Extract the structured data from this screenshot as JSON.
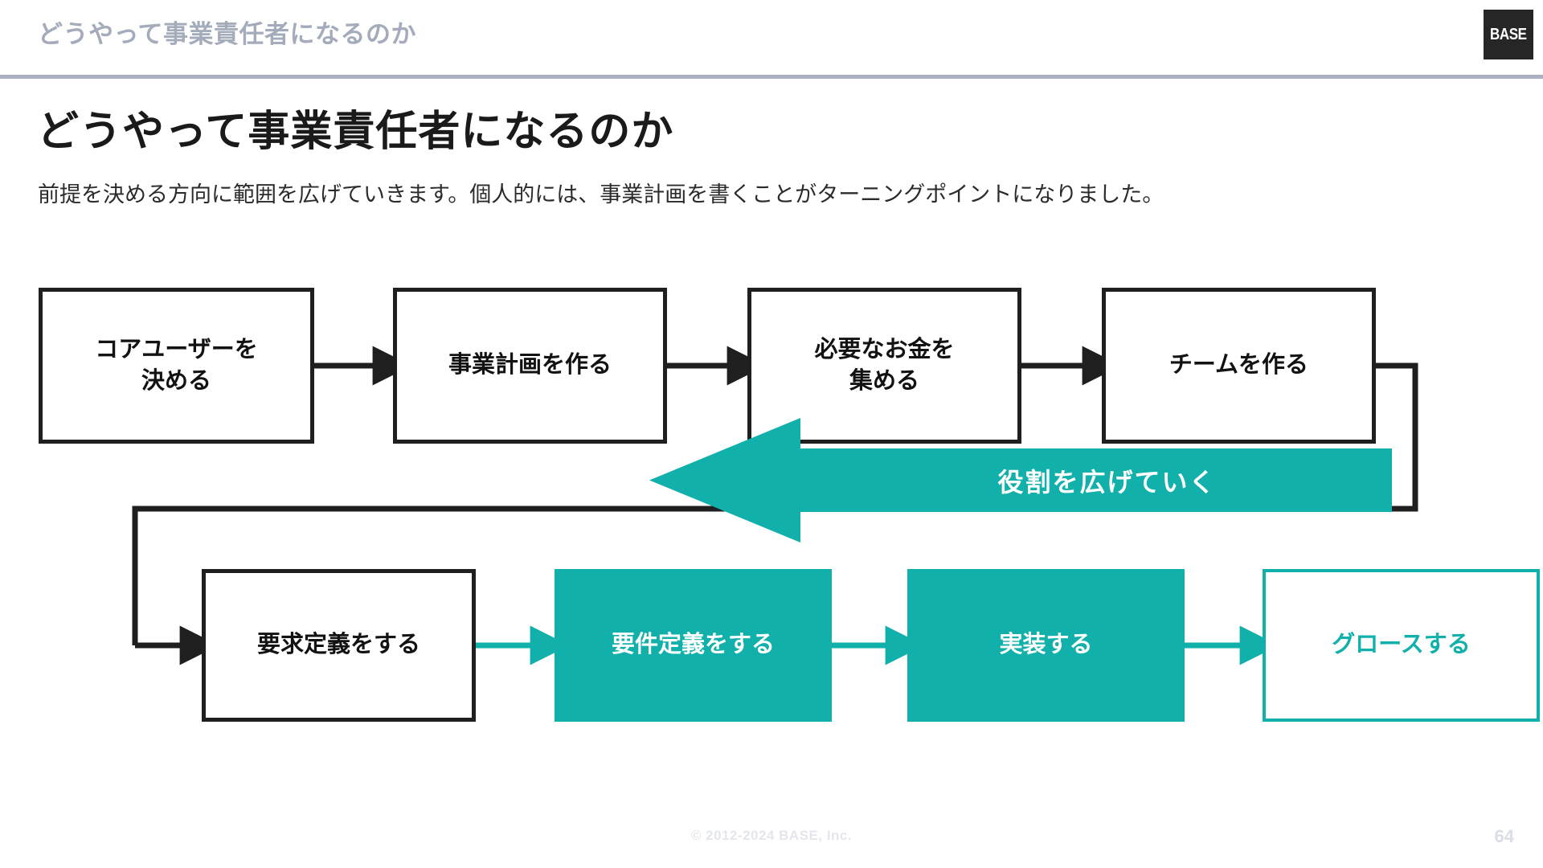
{
  "header": {
    "breadcrumb_title": "どうやって事業責任者になるのか",
    "logo_text": "BASE",
    "rule_color": "#a9b1c0",
    "title_color": "#a4acbb"
  },
  "slide": {
    "title": "どうやって事業責任者になるのか",
    "subtitle": "前提を決める方向に範囲を広げていきます。個人的には、事業計画を書くことがターニングポイントになりました。"
  },
  "theme": {
    "accent_teal": "#12b0ab",
    "ink_black": "#1f1f1f",
    "page_background": "#ffffff"
  },
  "diagram": {
    "row1": [
      {
        "id": "node-core-user",
        "label": "コアユーザーを\n決める",
        "style": "black-outline"
      },
      {
        "id": "node-business-plan",
        "label": "事業計画を作る",
        "style": "black-outline"
      },
      {
        "id": "node-raise-money",
        "label": "必要なお金を\n集める",
        "style": "black-outline"
      },
      {
        "id": "node-build-team",
        "label": "チームを作る",
        "style": "black-outline"
      }
    ],
    "row2": [
      {
        "id": "node-request-definition",
        "label": "要求定義をする",
        "style": "black-outline"
      },
      {
        "id": "node-requirement-definition",
        "label": "要件定義をする",
        "style": "teal-fill"
      },
      {
        "id": "node-implement",
        "label": "実装する",
        "style": "teal-fill"
      },
      {
        "id": "node-growth",
        "label": "グロースする",
        "style": "teal-outline"
      }
    ],
    "band_arrow": {
      "label": "役割を広げていく",
      "direction": "left",
      "fill": "#12b0ab",
      "text_color": "#ffffff"
    }
  },
  "footer": {
    "copyright": "© 2012-2024 BASE, Inc.",
    "page_number": "64"
  }
}
